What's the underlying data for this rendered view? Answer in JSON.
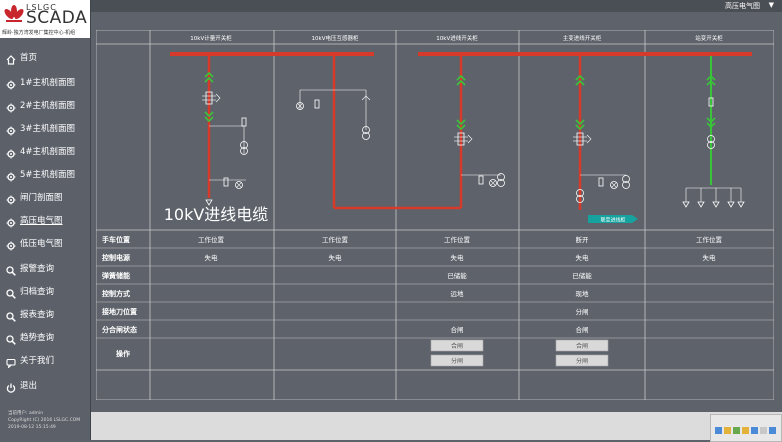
{
  "app": {
    "logo_small": "LSLGC",
    "logo_main": "SCADA",
    "subtitle": "辉岭·独方湾发电厂集控中心·机组",
    "screen_title": "高压电气图",
    "dropdown_icon": "caret-down-icon"
  },
  "nav": [
    {
      "label": "首页",
      "icon": "home-icon"
    },
    {
      "label": "1#主机剖面图",
      "icon": "gear-icon"
    },
    {
      "label": "2#主机剖面图",
      "icon": "gear-icon"
    },
    {
      "label": "3#主机剖面图",
      "icon": "gear-icon"
    },
    {
      "label": "4#主机剖面图",
      "icon": "gear-icon"
    },
    {
      "label": "5#主机剖面图",
      "icon": "gear-icon"
    },
    {
      "label": "闸门剖面图",
      "icon": "gear-icon"
    },
    {
      "label": "高压电气图",
      "icon": "gear-icon",
      "active": true
    },
    {
      "label": "低压电气图",
      "icon": "gear-icon"
    },
    {
      "label": "报警查询",
      "icon": "search-icon"
    },
    {
      "label": "归档查询",
      "icon": "search-icon"
    },
    {
      "label": "报表查询",
      "icon": "search-icon"
    },
    {
      "label": "趋势查询",
      "icon": "search-icon"
    },
    {
      "label": "关于我们",
      "icon": "chat-icon"
    },
    {
      "label": "退出",
      "icon": "power-icon"
    }
  ],
  "footer": {
    "user": "当前用户: admin",
    "copyright": "CopyRight (C) 2016 LSLGC.COM",
    "datetime": "2019-08-12 15:15:49"
  },
  "cabinets": [
    "10kV计量开关柜",
    "10kV电压互感器柜",
    "10kV进线开关柜",
    "主变进线开关柜",
    "站变开关柜"
  ],
  "diagram": {
    "feeder_label": "10kV进线电缆",
    "return_label": "联至进线柜"
  },
  "table": {
    "rows": [
      {
        "label": "手车位置",
        "cells": [
          "工作位置",
          "工作位置",
          "工作位置",
          "断开",
          "工作位置"
        ]
      },
      {
        "label": "控制电源",
        "cells": [
          "失电",
          "失电",
          "失电",
          "失电",
          "失电"
        ]
      },
      {
        "label": "弹簧储能",
        "cells": [
          "",
          "",
          "已储能",
          "已储能",
          ""
        ]
      },
      {
        "label": "控制方式",
        "cells": [
          "",
          "",
          "远地",
          "现地",
          ""
        ]
      },
      {
        "label": "接地刀位置",
        "cells": [
          "",
          "",
          "",
          "分闸",
          ""
        ]
      },
      {
        "label": "分合闸状态",
        "cells": [
          "",
          "",
          "合闸",
          "合闸",
          ""
        ]
      }
    ],
    "operation_label": "操作",
    "buttons": [
      {
        "label": "合闸",
        "col": 2,
        "row": 0
      },
      {
        "label": "分闸",
        "col": 2,
        "row": 1
      },
      {
        "label": "合闸",
        "col": 3,
        "row": 0
      },
      {
        "label": "分闸",
        "col": 3,
        "row": 1
      }
    ]
  },
  "colors": {
    "bus": "#d63a2a",
    "energized": "#d63a2a",
    "closed_green": "#39c43a",
    "return_tag": "#16a3a0",
    "grid_line": "#c8c8c8",
    "background": "#5e636b"
  }
}
